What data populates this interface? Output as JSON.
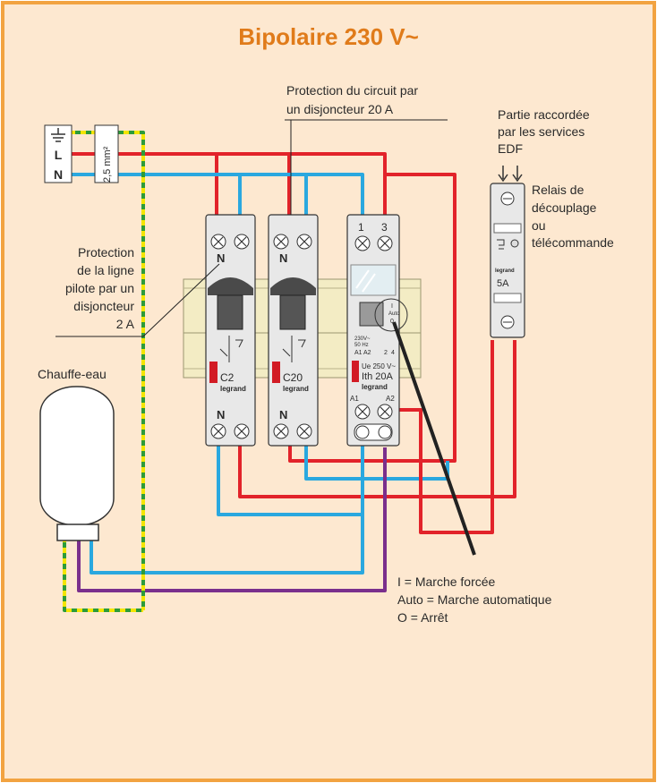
{
  "title": "Bipolaire 230 V~",
  "colors": {
    "background": "#fde8d0",
    "border": "#f2a341",
    "title": "#e07b1a",
    "phase": "#e2232a",
    "neutral": "#2aa8df",
    "earth_green": "#2c9b3a",
    "earth_yellow": "#f3e500",
    "pilot": "#7a2f8c",
    "rail": "#f3ecc4",
    "module": "#e8e8e8"
  },
  "supply": {
    "earth_symbol": "earth-icon",
    "phase_label": "L",
    "neutral_label": "N",
    "cable_section": "2,5 mm²"
  },
  "annotations": {
    "circuit_protection": [
      "Protection du circuit par",
      "un disjoncteur 20 A"
    ],
    "edf_part": [
      "Partie raccordée",
      "par les services",
      "EDF"
    ],
    "relay": [
      "Relais de",
      "découplage",
      "ou",
      "télécommande"
    ],
    "pilot_protection": [
      "Protection",
      "de la ligne",
      "pilote par un",
      "disjoncteur",
      "2 A"
    ],
    "water_heater": "Chauffe-eau",
    "legend": [
      "I = Marche forcée",
      "Auto = Marche automatique",
      "O = Arrêt"
    ]
  },
  "breaker_c2": {
    "top_terminal": "N",
    "bottom_terminal": "N",
    "rating": "C2",
    "brand": "legrand"
  },
  "breaker_c20": {
    "top_terminal": "N",
    "bottom_terminal": "N",
    "rating": "C20",
    "brand": "legrand"
  },
  "contactor": {
    "terminal_1": "1",
    "terminal_3": "3",
    "switch_positions": [
      "I",
      "Auto",
      "0"
    ],
    "voltage_label": [
      "230V~",
      "50 Hz"
    ],
    "coil_terminals": [
      "A1",
      "A2",
      "2",
      "4"
    ],
    "rating_line1": "Ue 250 V~",
    "rating_line2": "Ith 20A",
    "brand": "legrand",
    "bottom_a1": "A1",
    "bottom_a2": "A2"
  },
  "edf_relay": {
    "brand": "legrand",
    "rating": "5A"
  }
}
